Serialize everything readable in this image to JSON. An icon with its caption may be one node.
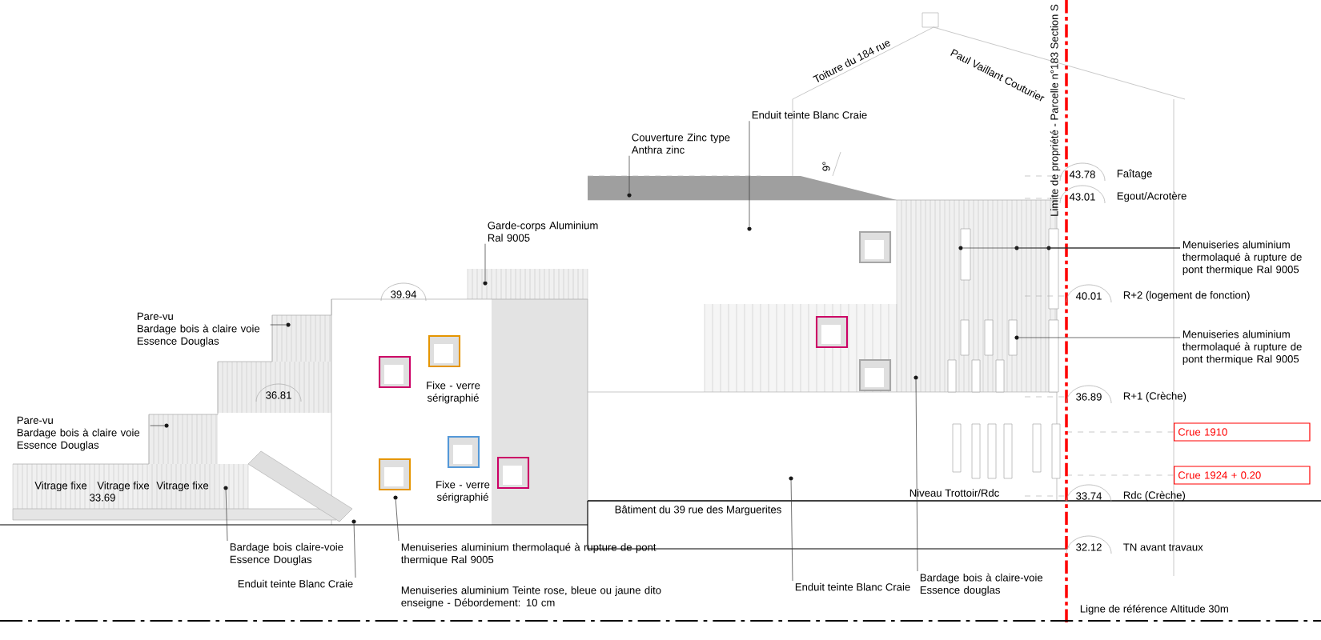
{
  "diagram": {
    "nodes": [
      {
        "text": [
          "Enduit teinte Blanc Craie"
        ]
      },
      {
        "text": [
          "Couverture Zinc type Anthra zinc"
        ]
      },
      {
        "text": [
          "Garde-corps Aluminium Ral 9005"
        ]
      },
      {
        "text": [
          "Pare-vu",
          "Bardage bois à claire voie Essence Douglas"
        ]
      },
      {
        "text": [
          "Pare-vu",
          "Bardage bois à claire voie Essence Douglas"
        ]
      },
      {
        "text": [
          "39.94"
        ]
      },
      {
        "text": [
          "36.81"
        ]
      },
      {
        "text": [
          "43.78"
        ],
        "beside": [
          "Faîtage"
        ]
      },
      {
        "text": [
          "43.01"
        ],
        "beside": [
          "Egout/Acrotère"
        ]
      },
      {
        "text": [
          "Menuiseries aluminium thermolaqué à rupture de pont thermique Ral 9005"
        ]
      },
      {
        "text": [
          "40.01"
        ],
        "beside": [
          "R+2 (logement de fonction)"
        ]
      },
      {
        "text": [
          "Menuiseries aluminium thermolaqué à rupture de pont thermique Ral 9005"
        ]
      },
      {
        "text": [
          "36.89"
        ],
        "beside": [
          "R+1 (Crèche)"
        ]
      },
      {
        "text": [
          "Crue 1910"
        ]
      },
      {
        "text": [
          "Crue 1924 + 0.20"
        ]
      },
      {
        "text": [
          "33.74"
        ],
        "beside": [
          "Rdc (Crèche)"
        ]
      },
      {
        "text": [
          "32.12"
        ],
        "beside": [
          "TN avant travaux"
        ]
      },
      {
        "text": [
          "Bardage bois claire-voie Essence Douglas"
        ]
      },
      {
        "text": [
          "Menuiseries aluminium thermolaqué à rupture de pont thermique Ral 9005"
        ]
      },
      {
        "text": [
          "Enduit teinte Blanc Craie"
        ]
      },
      {
        "text": [
          "Enduit teinte Blanc Craie"
        ]
      },
      {
        "text": [
          "Bardage bois à claire-voie Essence douglas"
        ]
      },
      {
        "text": [],
        "shape": "circle"
      },
      {
        "text": [],
        "shape": "circle"
      },
      {
        "text": [],
        "shape": "circle"
      },
      {
        "text": [],
        "shape": "circle"
      },
      {
        "text": [],
        "shape": "circle"
      },
      {
        "text": [],
        "shape": "circle"
      },
      {
        "text": [],
        "shape": "circle"
      },
      {
        "text": [],
        "shape": "circle"
      },
      {
        "text": [],
        "shape": "circle"
      },
      {
        "text": [],
        "shape": "circle"
      },
      {
        "text": [],
        "shape": "circle"
      },
      {
        "text": [],
        "shape": "circle"
      },
      {
        "text": [],
        "shape": "circle"
      },
      {
        "text": [],
        "shape": "circle"
      }
    ],
    "edges": [
      {
        "from": 0,
        "to": 29,
        "arrow": "none"
      },
      {
        "from": 1,
        "to": 28,
        "arrow": "none"
      },
      {
        "from": 2,
        "to": 27,
        "arrow": "none"
      },
      {
        "from": 3,
        "to": 24,
        "arrow": "none"
      },
      {
        "from": 4,
        "to": 22,
        "arrow": "none"
      },
      {
        "from": 9,
        "to": 35,
        "arrow": "none"
      },
      {
        "from": 9,
        "to": 33,
        "arrow": "none"
      },
      {
        "from": 9,
        "to": 32,
        "arrow": "none"
      },
      {
        "from": 11,
        "to": 34,
        "arrow": "none"
      },
      {
        "from": 17,
        "to": 23,
        "arrow": "none"
      },
      {
        "from": 18,
        "to": 26,
        "arrow": "none"
      },
      {
        "from": 19,
        "to": 25,
        "arrow": "none"
      },
      {
        "from": 20,
        "to": 30,
        "arrow": "none"
      },
      {
        "from": 21,
        "to": 31,
        "arrow": "none"
      }
    ],
    "labels": [
      "Toiture du 184 rue",
      "Paul Vaillant Couturier",
      "Limite de propriété - Parcelle n°183 Section S",
      "9°",
      "Fixe - verre sérigraphié",
      "Fixe - verre sérigraphié",
      "Vitrage fixe",
      "Vitrage fixe",
      "Vitrage fixe",
      "33.69",
      "Bâtiment du 39 rue des Marguerites",
      "Niveau Trottoir/Rdc",
      "Menuiseries aluminium Teinte rose, bleue ou jaune dito enseigne - Débordement: 10 cm",
      "Ligne de référence Altitude 30m"
    ]
  }
}
